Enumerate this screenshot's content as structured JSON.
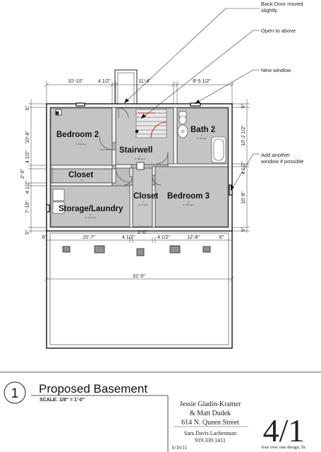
{
  "callouts": {
    "back_door": [
      "Back Door moved",
      "slightly"
    ],
    "open_above": "Open to above",
    "new_window": "New window",
    "add_window": [
      "Add another",
      "window if possible"
    ]
  },
  "rooms": {
    "bedroom2": {
      "name": "Bedroom 2",
      "info": [
        "2",
        "A: 113 sq ft"
      ]
    },
    "stairwell": {
      "name": "Stairwell",
      "info": [
        "4",
        "A: 103 sq ft"
      ]
    },
    "bath2": {
      "name": "Bath 2",
      "info": [
        "3",
        "A: 45 sq ft"
      ]
    },
    "closet1": {
      "name": "Closet",
      "info": [
        "5"
      ]
    },
    "closet2": {
      "name": "Closet",
      "info": [
        "7",
        "A: 17 sq ft"
      ]
    },
    "storage": {
      "name": "Storage/Laundry",
      "info": [
        "6",
        "A: 121 sq ft"
      ]
    },
    "bedroom3": {
      "name": "Bedroom 3",
      "info": [
        "8",
        "A: 133 sq ft"
      ]
    }
  },
  "dims": {
    "top": [
      "10'-10\"",
      "4 1/2\"",
      "11'-4\"",
      "8'-5 1/2\""
    ],
    "left": [
      "6\"",
      "10'-8\"",
      "4 1/2\"",
      "2'-0\"",
      "4 1/2\"",
      "7'-10\"",
      "5\""
    ],
    "right": [
      "6\"",
      "10'-2 1/2\"",
      "4 1/2\"",
      "10'-8\"",
      "5\""
    ],
    "bottom_row1": [
      "6\"",
      "15'-7\"",
      "4 1/2\"",
      "2'-0\"",
      "4 1/2\"",
      "12'-8\"",
      "6\""
    ],
    "overall": "31'-0\""
  },
  "title_block": {
    "number": "1",
    "title": "Proposed Basement",
    "scale_label": "SCALE: 1/8\"  =    1'-0\"",
    "client_lines": [
      "Jessie Gladin-Kramer",
      "& Matt Dudek",
      "614 N. Queen Street"
    ],
    "designer": "Sara Davis Lachenman",
    "phone": "919.339.1411",
    "date": "6/16/11",
    "logo": "4/1",
    "company": "four over one design, llc"
  }
}
